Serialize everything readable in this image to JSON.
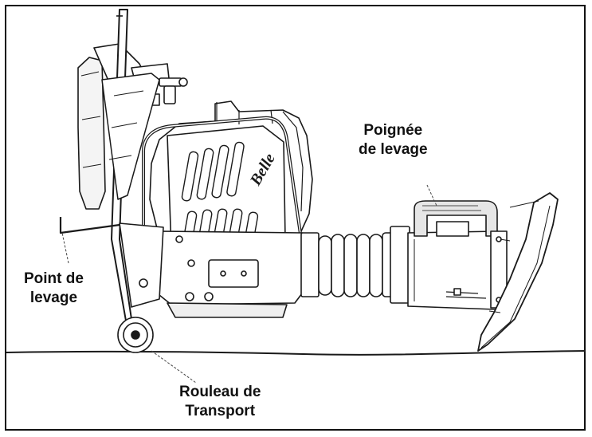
{
  "labels": {
    "lifting_handle": {
      "line1": "Poignée",
      "line2": "de levage"
    },
    "lifting_point": {
      "line1": "Point de",
      "line2": "levage"
    },
    "transport_roller": {
      "line1": "Rouleau de",
      "line2": "Transport"
    }
  },
  "brand_mark": "Belle",
  "colors": {
    "line": "#1a1a1a",
    "fill": "#ffffff",
    "shade": "#d9d9d9",
    "leader": "#444444"
  }
}
